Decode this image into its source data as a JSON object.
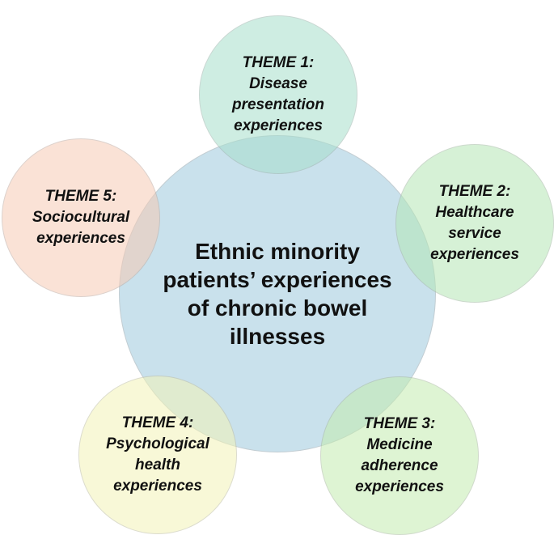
{
  "center": {
    "lines": [
      "Ethnic minority",
      "patients’ experiences",
      "of chronic bowel",
      "illnesses"
    ],
    "color": "#a9cfe2"
  },
  "themes": [
    {
      "id": "theme-1",
      "lines": [
        "THEME 1:",
        "Disease",
        "presentation",
        "experiences"
      ],
      "color": "#a7dfcc"
    },
    {
      "id": "theme-2",
      "lines": [
        "THEME 2:",
        "Healthcare",
        "service",
        "experiences"
      ],
      "color": "#b5e7b6"
    },
    {
      "id": "theme-3",
      "lines": [
        "THEME 3:",
        "Medicine",
        "adherence",
        "experiences"
      ],
      "color": "#c4ecb0"
    },
    {
      "id": "theme-4",
      "lines": [
        "THEME 4:",
        "Psychological",
        "health",
        "experiences"
      ],
      "color": "#f3f4b8"
    },
    {
      "id": "theme-5",
      "lines": [
        "THEME 5:",
        "Sociocultural",
        "experiences"
      ],
      "color": "#f6cbb5"
    }
  ]
}
